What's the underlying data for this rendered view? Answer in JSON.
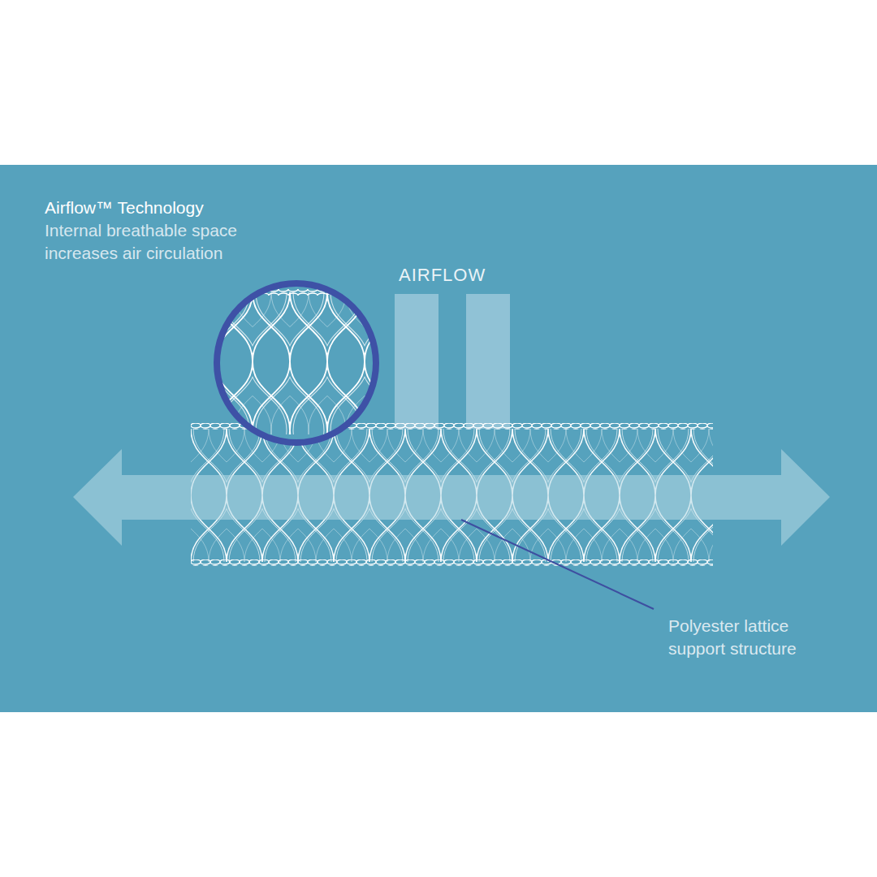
{
  "diagram": {
    "title": "Airflow™ Technology",
    "labels": [
      "Internal breathable space increases air circulation",
      "AIRFLOW",
      "Polyester lattice support structure"
    ]
  }
}
